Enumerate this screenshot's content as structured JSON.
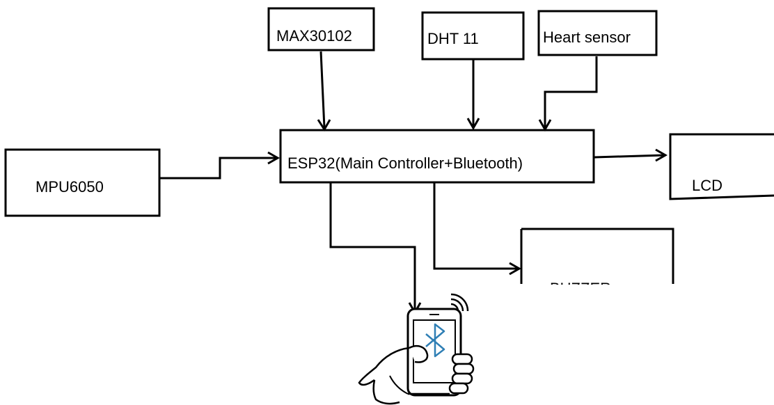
{
  "blocks": {
    "max30102": "MAX30102",
    "dht11": "DHT 11",
    "heart_sensor": "Heart sensor",
    "esp32": "ESP32(Main Controller+Bluetooth)",
    "mpu6050": "MPU6050",
    "lcd": "LCD",
    "buzzer": "BUZZER"
  },
  "icons": {
    "phone": "smartphone-bluetooth-in-hand-icon"
  },
  "colors": {
    "bluetooth_symbol": "#2f7fb5"
  }
}
